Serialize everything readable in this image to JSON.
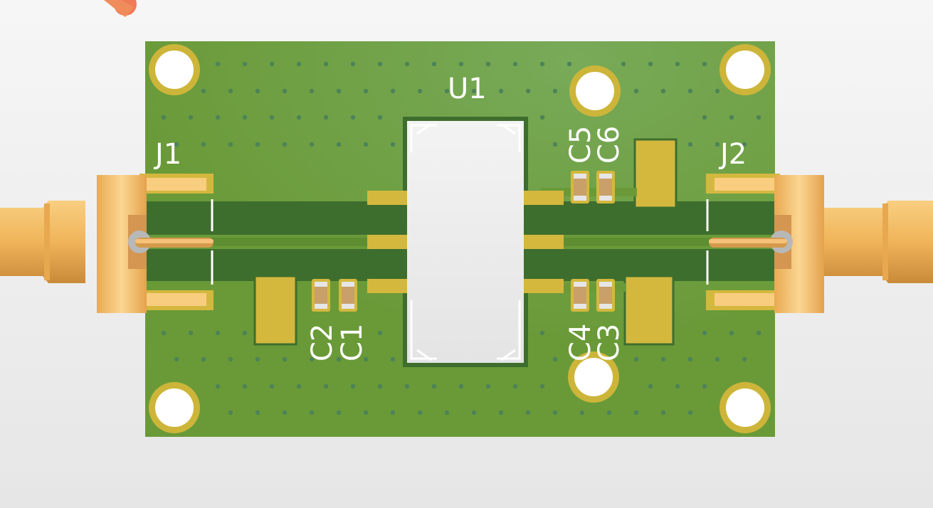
{
  "viewer": {
    "background_top": "#f6f6f6",
    "background_bottom": "#e6e6e6"
  },
  "board": {
    "soldermask_color": "#6a9a38",
    "copper_pour_color": "#3e6e2e",
    "pad_color": "#d4b83e",
    "via_color": "#4e8258",
    "silkscreen_color": "#ffffff"
  },
  "designators": {
    "u1": "U1",
    "j1": "J1",
    "j2": "J2",
    "c1": "C1",
    "c2": "C2",
    "c3": "C3",
    "c4": "C4",
    "c5": "C5",
    "c6": "C6"
  },
  "components": [
    {
      "ref": "J1",
      "type": "sma-edge-connector"
    },
    {
      "ref": "J2",
      "type": "sma-edge-connector"
    },
    {
      "ref": "U1",
      "type": "amplifier-package"
    },
    {
      "ref": "C1",
      "type": "capacitor-0402"
    },
    {
      "ref": "C2",
      "type": "capacitor-0402"
    },
    {
      "ref": "C3",
      "type": "capacitor-0402"
    },
    {
      "ref": "C4",
      "type": "capacitor-0402"
    },
    {
      "ref": "C5",
      "type": "capacitor-0402"
    },
    {
      "ref": "C6",
      "type": "capacitor-0402"
    }
  ]
}
